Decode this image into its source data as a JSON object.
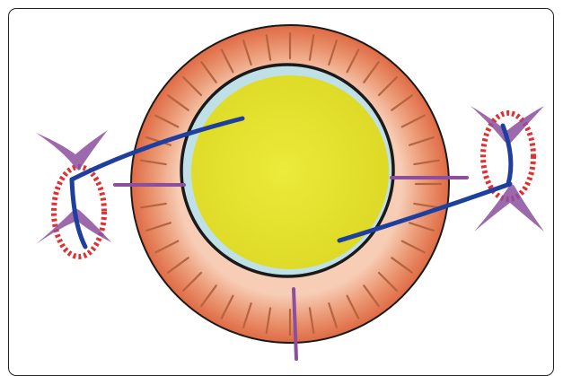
{
  "figure": {
    "kind": "schematic-illustration",
    "text_labels": [],
    "elements": [
      {
        "id": "outer-ring",
        "shape": "annulus",
        "color": "#e0704a"
      },
      {
        "id": "radial-hatch-marks",
        "count": 40,
        "color": "#b5643e"
      },
      {
        "id": "inner-boundary-line",
        "color": "#1a1a1a"
      },
      {
        "id": "thin-layer",
        "color": "#bfe0e6"
      },
      {
        "id": "core-disc",
        "color": "#e3e030"
      },
      {
        "id": "purple-spikes",
        "count": 3,
        "color": "#8b4f9e"
      },
      {
        "id": "blue-connectors",
        "count": 2,
        "color": "#1f3f9e"
      },
      {
        "id": "left-cell",
        "shape": "red-dotted-ellipse-with-purple-star",
        "color": "#e03030"
      },
      {
        "id": "right-cell",
        "shape": "red-dotted-ellipse-with-purple-star",
        "color": "#e03030"
      }
    ],
    "colors": {
      "ring": "#e0704a",
      "ring_light": "#f6c7ae",
      "core": "#e3e030",
      "layer": "#bfe0e6",
      "outline": "#1a1a1a",
      "spike": "#8b4f9e",
      "connector": "#1f3f9e",
      "cell_ring": "#e03030"
    }
  }
}
